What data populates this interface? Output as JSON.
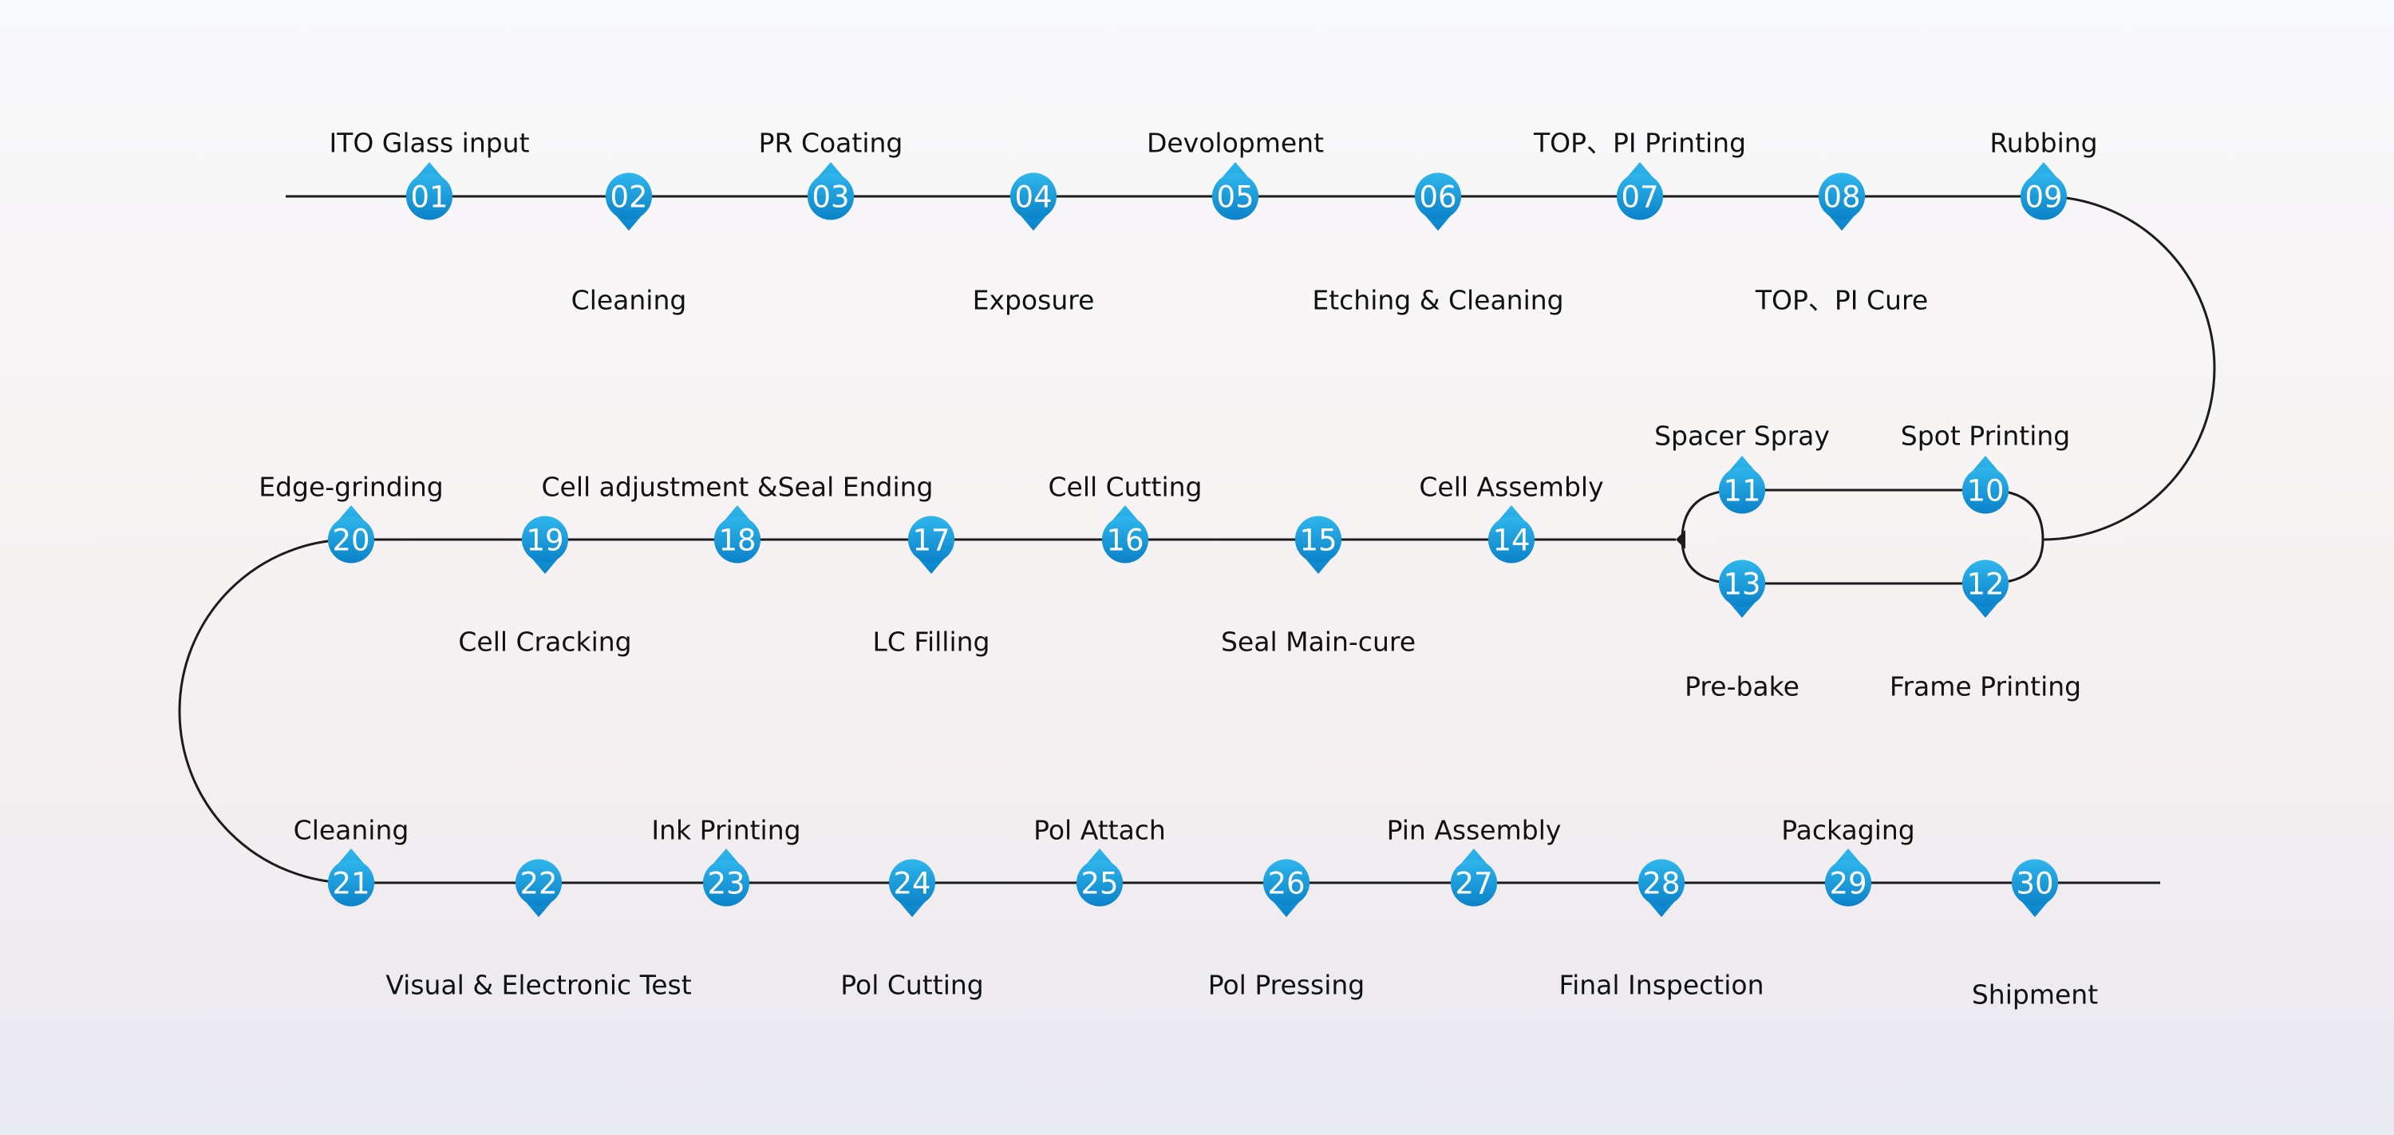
{
  "steps": [
    {
      "num": "01",
      "label": "ITO Glass input"
    },
    {
      "num": "02",
      "label": "Cleaning"
    },
    {
      "num": "03",
      "label": "PR Coating"
    },
    {
      "num": "04",
      "label": "Exposure"
    },
    {
      "num": "05",
      "label": "Devolopment"
    },
    {
      "num": "06",
      "label": "Etching & Cleaning"
    },
    {
      "num": "07",
      "label": "TOP、PI Printing"
    },
    {
      "num": "08",
      "label": "TOP、PI Cure"
    },
    {
      "num": "09",
      "label": "Rubbing"
    },
    {
      "num": "10",
      "label": "Spot Printing"
    },
    {
      "num": "11",
      "label": "Spacer Spray"
    },
    {
      "num": "12",
      "label": "Frame Printing"
    },
    {
      "num": "13",
      "label": "Pre-bake"
    },
    {
      "num": "14",
      "label": "Cell Assembly"
    },
    {
      "num": "15",
      "label": "Seal Main-cure"
    },
    {
      "num": "16",
      "label": "Cell Cutting"
    },
    {
      "num": "17",
      "label": "LC Filling"
    },
    {
      "num": "18",
      "label": "Cell adjustment &Seal Ending"
    },
    {
      "num": "19",
      "label": "Cell Cracking"
    },
    {
      "num": "20",
      "label": "Edge-grinding"
    },
    {
      "num": "21",
      "label": "Cleaning"
    },
    {
      "num": "22",
      "label": "Visual & Electronic Test"
    },
    {
      "num": "23",
      "label": "Ink Printing"
    },
    {
      "num": "24",
      "label": "Pol Cutting"
    },
    {
      "num": "25",
      "label": "Pol Attach"
    },
    {
      "num": "26",
      "label": "Pol Pressing"
    },
    {
      "num": "27",
      "label": "Pin Assembly"
    },
    {
      "num": "28",
      "label": "Final Inspection"
    },
    {
      "num": "29",
      "label": "Packaging"
    },
    {
      "num": "30",
      "label": "Shipment"
    }
  ],
  "colors": {
    "node_top": "#2fb6ec",
    "node_bottom": "#0b82c9",
    "line": "#1c1c1c",
    "label": "#111111"
  }
}
